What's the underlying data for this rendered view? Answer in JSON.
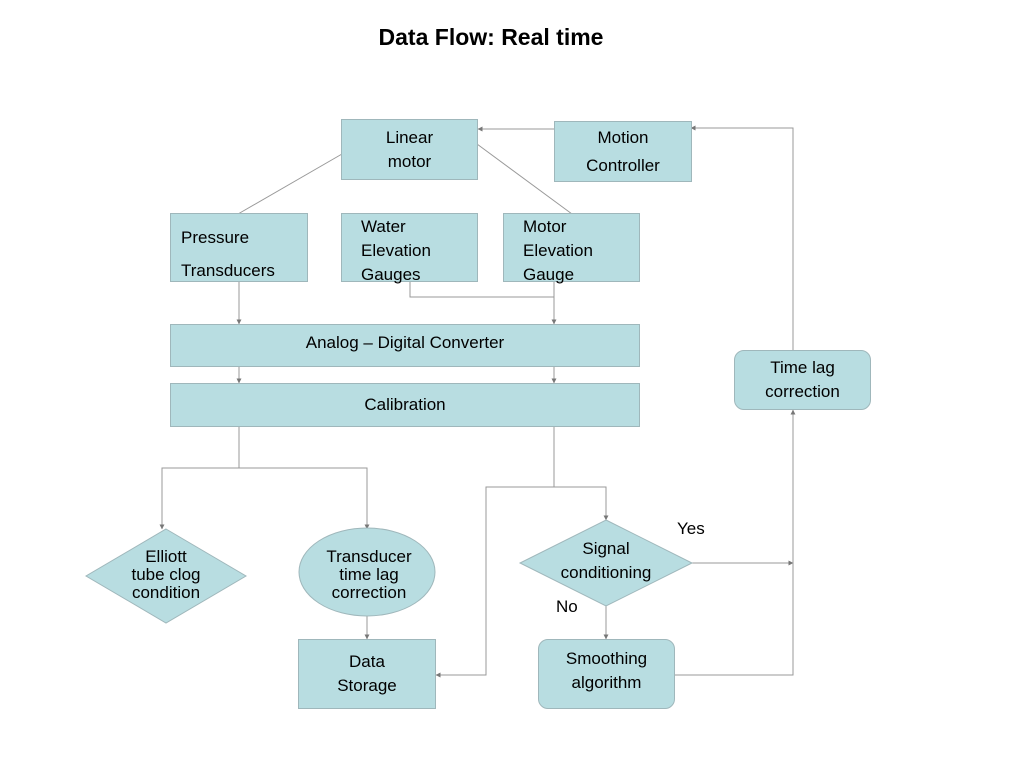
{
  "title": "Data Flow: Real time",
  "nodes": {
    "linear_motor": [
      "Linear",
      "motor"
    ],
    "motion_controller": [
      "Motion",
      "Controller"
    ],
    "pressure_transducers": [
      "Pressure",
      "Transducers"
    ],
    "water_elevation_gauges": [
      "Water",
      "Elevation",
      "Gauges"
    ],
    "motor_elevation_gauge": [
      "Motor",
      "Elevation",
      "Gauge"
    ],
    "adc": "Analog – Digital Converter",
    "calibration": "Calibration",
    "time_lag_correction": [
      "Time lag",
      "correction"
    ],
    "elliott_tube": [
      "Elliott",
      "tube clog",
      "condition"
    ],
    "transducer_time_lag": [
      "Transducer",
      "time lag",
      "correction"
    ],
    "signal_conditioning": [
      "Signal",
      "conditioning"
    ],
    "data_storage": [
      "Data",
      "Storage"
    ],
    "smoothing_algorithm": [
      "Smoothing",
      "algorithm"
    ]
  },
  "edge_labels": {
    "yes": "Yes",
    "no": "No"
  },
  "colors": {
    "node_fill": "#b8dde1",
    "node_border": "#9fb7bb",
    "connector": "#888888"
  }
}
